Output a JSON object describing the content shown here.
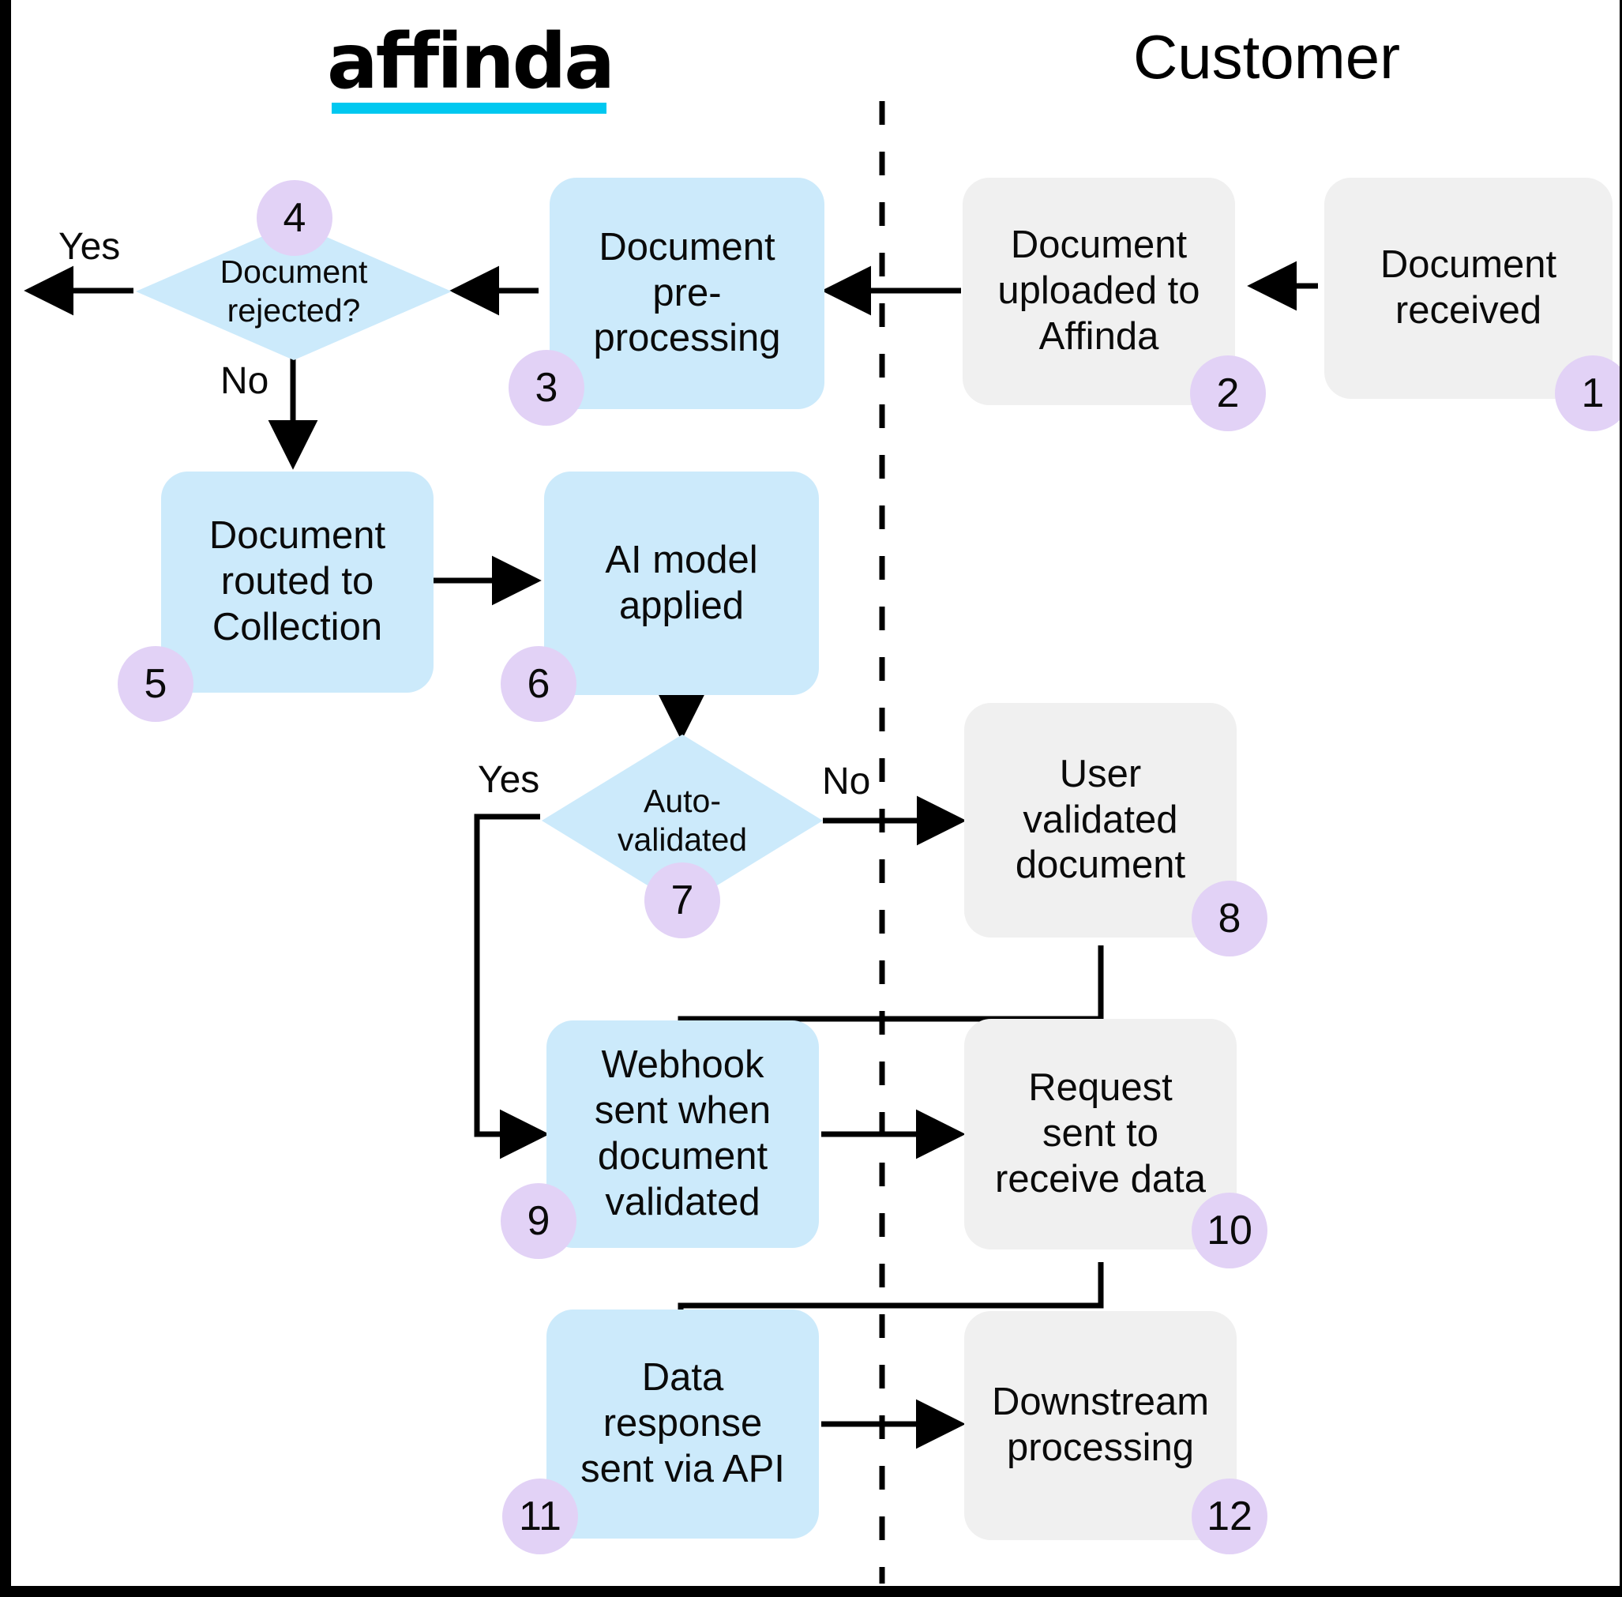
{
  "diagram": {
    "title": "Affinda document processing workflow",
    "lanes": {
      "left_label": "affinda",
      "right_label": "Customer"
    },
    "colors": {
      "affinda_node_fill": "#CCEAFB",
      "customer_node_fill": "#F0F0F0",
      "badge_fill": "#E2D2F6",
      "brand_underline": "#00C8F0",
      "edge_stroke": "#000000"
    },
    "nodes": [
      {
        "id": 1,
        "label": "Document\nreceived",
        "shape": "rounded-rect",
        "lane": "customer"
      },
      {
        "id": 2,
        "label": "Document\nuploaded to\nAffinda",
        "shape": "rounded-rect",
        "lane": "customer"
      },
      {
        "id": 3,
        "label": "Document\npre-\nprocessing",
        "shape": "rounded-rect",
        "lane": "affinda"
      },
      {
        "id": 4,
        "label": "Document\nrejected?",
        "shape": "diamond",
        "lane": "affinda"
      },
      {
        "id": 5,
        "label": "Document\nrouted to\nCollection",
        "shape": "rounded-rect",
        "lane": "affinda"
      },
      {
        "id": 6,
        "label": "AI model\napplied",
        "shape": "rounded-rect",
        "lane": "affinda"
      },
      {
        "id": 7,
        "label": "Auto-\nvalidated",
        "shape": "diamond",
        "lane": "affinda"
      },
      {
        "id": 8,
        "label": "User\nvalidated\ndocument",
        "shape": "rounded-rect",
        "lane": "customer"
      },
      {
        "id": 9,
        "label": "Webhook\nsent when\ndocument\nvalidated",
        "shape": "rounded-rect",
        "lane": "affinda"
      },
      {
        "id": 10,
        "label": "Request\nsent to\nreceive data",
        "shape": "rounded-rect",
        "lane": "customer"
      },
      {
        "id": 11,
        "label": "Data\nresponse\nsent via API",
        "shape": "rounded-rect",
        "lane": "affinda"
      },
      {
        "id": 12,
        "label": "Downstream\nprocessing",
        "shape": "rounded-rect",
        "lane": "customer"
      }
    ],
    "badges": [
      "1",
      "2",
      "3",
      "4",
      "5",
      "6",
      "7",
      "8",
      "9",
      "10",
      "11",
      "12"
    ],
    "edge_labels": [
      {
        "id": "yes-rejected",
        "text": "Yes"
      },
      {
        "id": "no-rejected",
        "text": "No"
      },
      {
        "id": "yes-validated",
        "text": "Yes"
      },
      {
        "id": "no-validated",
        "text": "No"
      }
    ],
    "edges": [
      {
        "from": 1,
        "to": 2,
        "label": ""
      },
      {
        "from": 2,
        "to": 3,
        "label": ""
      },
      {
        "from": 3,
        "to": 4,
        "label": ""
      },
      {
        "from": 4,
        "to": "exit-left",
        "label": "Yes"
      },
      {
        "from": 4,
        "to": 5,
        "label": "No"
      },
      {
        "from": 5,
        "to": 6,
        "label": ""
      },
      {
        "from": 6,
        "to": 7,
        "label": ""
      },
      {
        "from": 7,
        "to": 8,
        "label": "No"
      },
      {
        "from": 7,
        "to": 9,
        "label": "Yes"
      },
      {
        "from": 8,
        "to": 9,
        "label": ""
      },
      {
        "from": 9,
        "to": 10,
        "label": ""
      },
      {
        "from": 10,
        "to": 11,
        "label": ""
      },
      {
        "from": 11,
        "to": 12,
        "label": ""
      }
    ]
  }
}
